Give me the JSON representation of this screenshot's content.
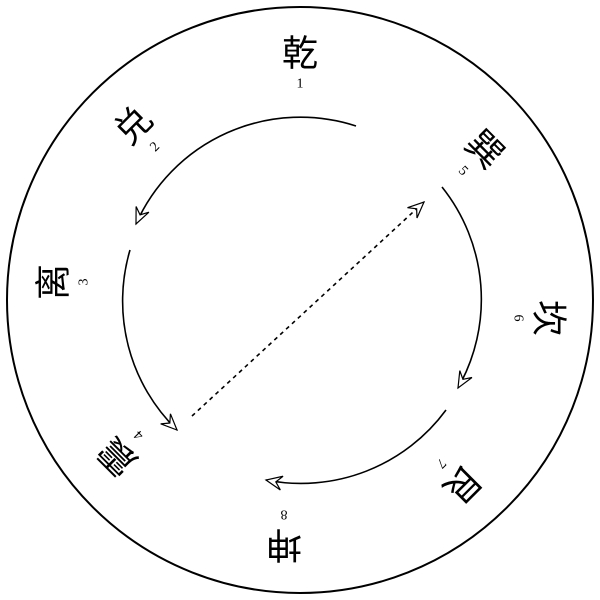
{
  "trigrams": [
    {
      "char": "乾",
      "num": "1"
    },
    {
      "char": "兑",
      "num": "2"
    },
    {
      "char": "离",
      "num": "3"
    },
    {
      "char": "震",
      "num": "4"
    },
    {
      "char": "巽",
      "num": "5"
    },
    {
      "char": "坎",
      "num": "6"
    },
    {
      "char": "艮",
      "num": "7"
    },
    {
      "char": "坤",
      "num": "8"
    }
  ],
  "colors": {
    "stroke": "#000000",
    "background": "#ffffff"
  }
}
